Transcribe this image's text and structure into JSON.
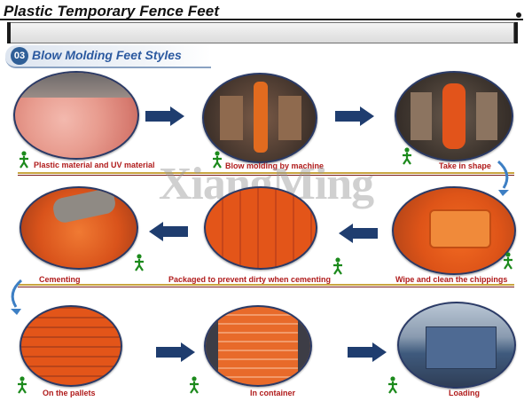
{
  "header": {
    "title": "Plastic Temporary Fence Feet"
  },
  "section": {
    "number": "03",
    "title": "Blow Molding Feet Styles"
  },
  "watermark": "XiangMing",
  "steps": [
    {
      "caption": "Plastic material and UV material",
      "icon": "pellets-photo"
    },
    {
      "caption": "Blow molding by machine",
      "icon": "machine-photo"
    },
    {
      "caption": "Take in shape",
      "icon": "mold-photo"
    },
    {
      "caption": "Wipe and clean the chippings",
      "icon": "cleaning-photo"
    },
    {
      "caption": "Packaged to prevent dirty when cementing",
      "icon": "stack-photo"
    },
    {
      "caption": "Cementing",
      "icon": "cementing-photo"
    },
    {
      "caption": "On the pallets",
      "icon": "pallets-photo"
    },
    {
      "caption": "In container",
      "icon": "container-interior-photo"
    },
    {
      "caption": "Loading",
      "icon": "truck-photo"
    }
  ],
  "colors": {
    "caption": "#b01b1b",
    "accent_blue": "#2c5aa0",
    "arrow_body": "#1f3d6f",
    "person": "#1c8a1c",
    "product_orange": "#e2541b"
  }
}
